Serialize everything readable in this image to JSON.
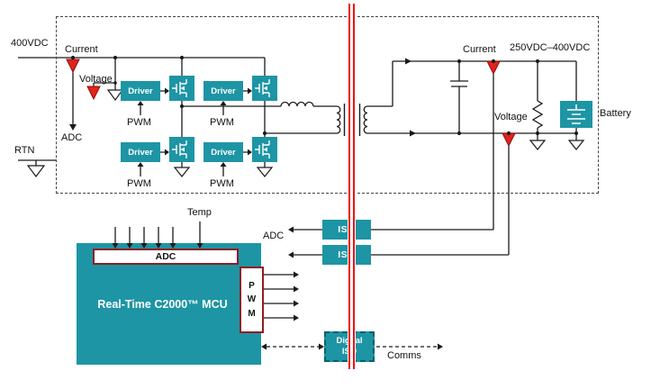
{
  "colors": {
    "teal": "#1d95a5",
    "block_border_red": "#8f1d21",
    "sense_triangle_red": "#e2231a",
    "isolation_line_red": "#ee1111",
    "wire_black": "#1a1a1a"
  },
  "primary": {
    "vin_label": "400VDC",
    "current_label": "Current",
    "voltage_label": "Voltage",
    "adc_label": "ADC",
    "rtn_label": "RTN",
    "drivers": [
      "Driver",
      "Driver",
      "Driver",
      "Driver"
    ],
    "pwm_labels": [
      "PWM",
      "PWM",
      "PWM",
      "PWM"
    ]
  },
  "secondary": {
    "current_label": "Current",
    "vout_label": "250VDC–400VDC",
    "voltage_label": "Voltage",
    "battery_label": "Battery"
  },
  "control": {
    "temp_label": "Temp",
    "adc_label": "ADC",
    "iso1_label": "ISO",
    "iso2_label": "ISO",
    "mcu_label": "Real-Time C2000™ MCU",
    "adc_block_label": "ADC",
    "pwm_letters": [
      "P",
      "W",
      "M"
    ],
    "digital_iso_label": "Digital ISO",
    "comms_label": "Comms"
  }
}
